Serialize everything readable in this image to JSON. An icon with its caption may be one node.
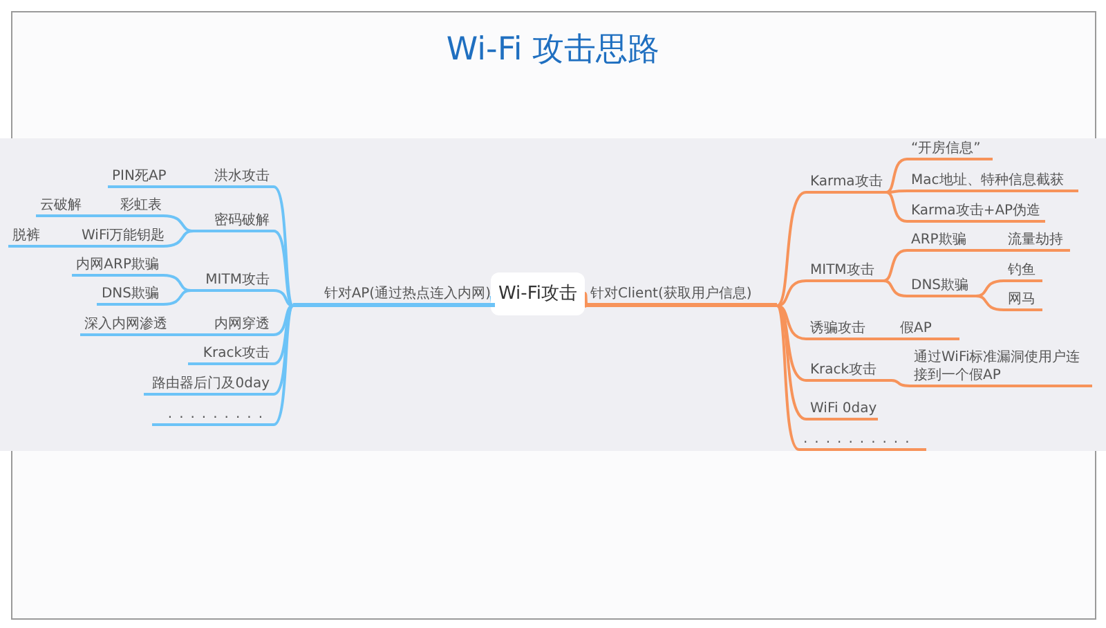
{
  "diagram": {
    "title": "Wi-Fi 攻击思路",
    "nodes": [
      {
        "text": [
          "Wi-Fi攻击"
        ]
      },
      {
        "text": [
          "针对AP(通过热点连入内网)"
        ]
      },
      {
        "text": [
          "洪水攻击"
        ]
      },
      {
        "text": [
          "PIN死AP"
        ]
      },
      {
        "text": [
          "密码破解"
        ]
      },
      {
        "text": [
          "彩虹表"
        ]
      },
      {
        "text": [
          "云破解"
        ]
      },
      {
        "text": [
          "WiFi万能钥匙"
        ]
      },
      {
        "text": [
          "脱裤"
        ]
      },
      {
        "text": [
          "MITM攻击"
        ]
      },
      {
        "text": [
          "内网ARP欺骗"
        ]
      },
      {
        "text": [
          "DNS欺骗"
        ]
      },
      {
        "text": [
          "内网穿透"
        ]
      },
      {
        "text": [
          "深入内网渗透"
        ]
      },
      {
        "text": [
          "Krack攻击"
        ]
      },
      {
        "text": [
          "路由器后门及0day"
        ]
      },
      {
        "text": [
          "........."
        ]
      },
      {
        "text": [
          "针对Client(获取用户信息)"
        ]
      },
      {
        "text": [
          "Karma攻击"
        ]
      },
      {
        "text": [
          "“开房信息”"
        ]
      },
      {
        "text": [
          "Mac地址、特种信息截获"
        ]
      },
      {
        "text": [
          "Karma攻击+AP伪造"
        ]
      },
      {
        "text": [
          "MITM攻击"
        ]
      },
      {
        "text": [
          "ARP欺骗"
        ]
      },
      {
        "text": [
          "流量劫持"
        ]
      },
      {
        "text": [
          "DNS欺骗"
        ]
      },
      {
        "text": [
          "钓鱼"
        ]
      },
      {
        "text": [
          "网马"
        ]
      },
      {
        "text": [
          "诱骗攻击"
        ]
      },
      {
        "text": [
          "假AP"
        ]
      },
      {
        "text": [
          "Krack攻击"
        ]
      },
      {
        "text": [
          "通过WiFi标准漏洞使用户连接到一个假AP"
        ]
      },
      {
        "text": [
          "WiFi 0day"
        ]
      },
      {
        "text": [
          ".........."
        ]
      }
    ],
    "edges": [
      {
        "from": 0,
        "to": 1,
        "arrow": "none",
        "color": "#6cc3f7"
      },
      {
        "from": 1,
        "to": 2,
        "arrow": "none",
        "color": "#6cc3f7"
      },
      {
        "from": 2,
        "to": 3,
        "arrow": "none",
        "color": "#6cc3f7"
      },
      {
        "from": 1,
        "to": 4,
        "arrow": "none",
        "color": "#6cc3f7"
      },
      {
        "from": 4,
        "to": 5,
        "arrow": "none",
        "color": "#6cc3f7"
      },
      {
        "from": 5,
        "to": 6,
        "arrow": "none",
        "color": "#6cc3f7"
      },
      {
        "from": 4,
        "to": 7,
        "arrow": "none",
        "color": "#6cc3f7"
      },
      {
        "from": 7,
        "to": 8,
        "arrow": "none",
        "color": "#6cc3f7"
      },
      {
        "from": 1,
        "to": 9,
        "arrow": "none",
        "color": "#6cc3f7"
      },
      {
        "from": 9,
        "to": 10,
        "arrow": "none",
        "color": "#6cc3f7"
      },
      {
        "from": 9,
        "to": 11,
        "arrow": "none",
        "color": "#6cc3f7"
      },
      {
        "from": 1,
        "to": 12,
        "arrow": "none",
        "color": "#6cc3f7"
      },
      {
        "from": 12,
        "to": 13,
        "arrow": "none",
        "color": "#6cc3f7"
      },
      {
        "from": 1,
        "to": 14,
        "arrow": "none",
        "color": "#6cc3f7"
      },
      {
        "from": 1,
        "to": 15,
        "arrow": "none",
        "color": "#6cc3f7"
      },
      {
        "from": 1,
        "to": 16,
        "arrow": "none",
        "color": "#6cc3f7"
      },
      {
        "from": 0,
        "to": 17,
        "arrow": "none"
      },
      {
        "from": 17,
        "to": 18,
        "arrow": "none"
      },
      {
        "from": 18,
        "to": 19,
        "arrow": "none"
      },
      {
        "from": 18,
        "to": 20,
        "arrow": "none"
      },
      {
        "from": 18,
        "to": 21,
        "arrow": "none"
      },
      {
        "from": 17,
        "to": 22,
        "arrow": "none"
      },
      {
        "from": 22,
        "to": 23,
        "arrow": "none"
      },
      {
        "from": 23,
        "to": 24,
        "arrow": "none"
      },
      {
        "from": 22,
        "to": 25,
        "arrow": "none"
      },
      {
        "from": 25,
        "to": 26,
        "arrow": "none"
      },
      {
        "from": 25,
        "to": 27,
        "arrow": "none"
      },
      {
        "from": 17,
        "to": 28,
        "arrow": "none"
      },
      {
        "from": 28,
        "to": 29,
        "arrow": "none"
      },
      {
        "from": 17,
        "to": 30,
        "arrow": "none"
      },
      {
        "from": 30,
        "to": 31,
        "arrow": "none"
      },
      {
        "from": 17,
        "to": 32,
        "arrow": "none"
      },
      {
        "from": 17,
        "to": 33,
        "arrow": "none"
      }
    ]
  }
}
